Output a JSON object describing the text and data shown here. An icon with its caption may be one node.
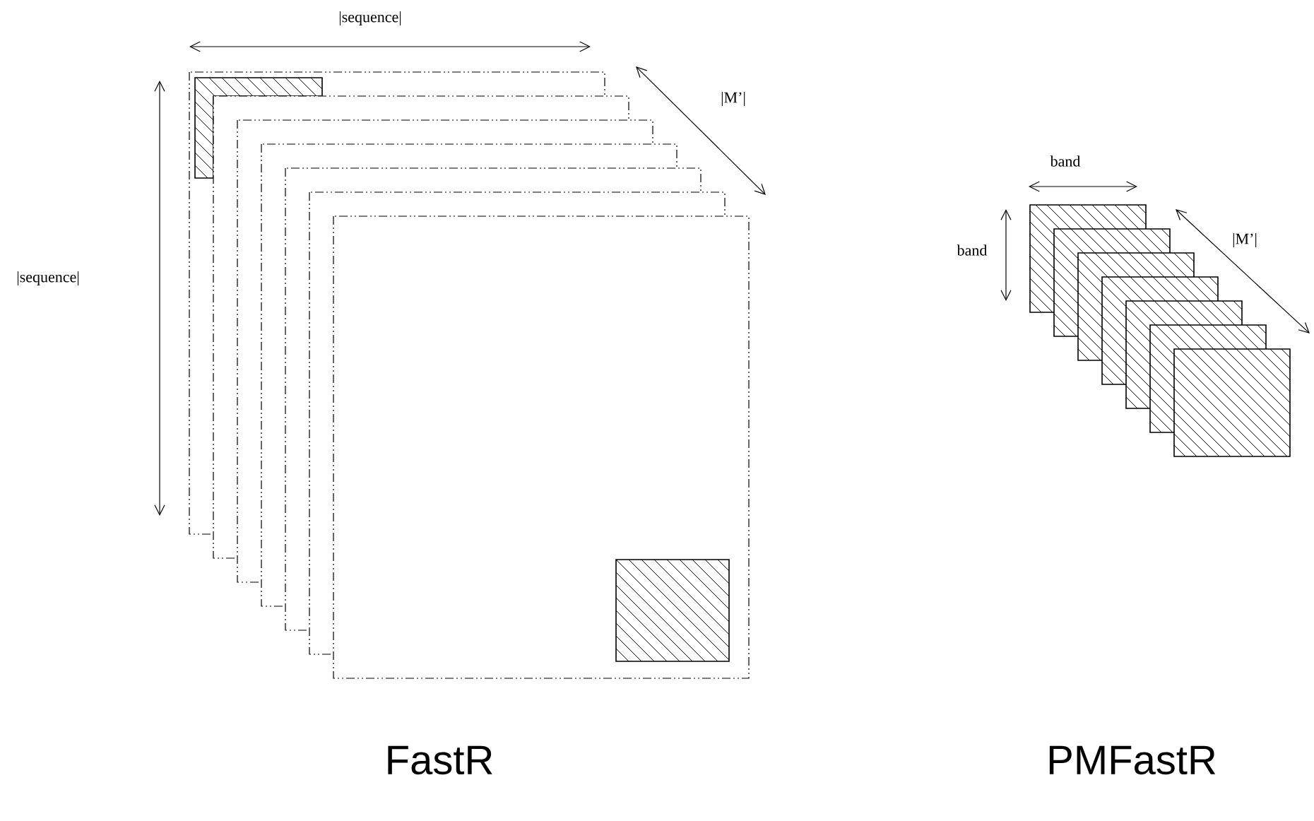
{
  "diagram": {
    "labels": [
      "|sequence|",
      "|M’|",
      "|sequence|",
      "band",
      "band",
      "|M’|",
      "FastR",
      "PMFastR"
    ]
  }
}
